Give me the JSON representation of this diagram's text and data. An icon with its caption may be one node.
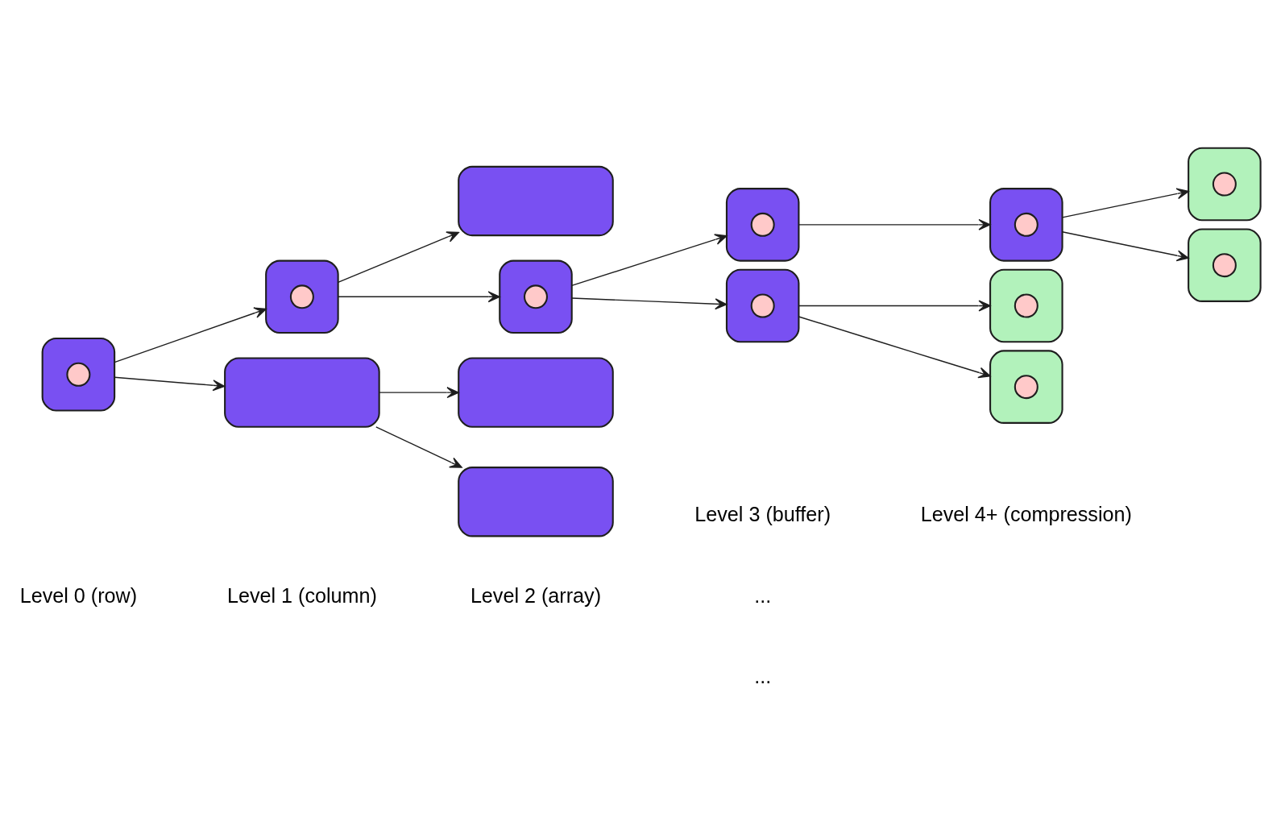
{
  "diagram": {
    "nodes": [
      {
        "text": [],
        "shape": "box"
      },
      {
        "text": [],
        "shape": "circle",
        "in": 0
      },
      {
        "text": [],
        "shape": "box"
      },
      {
        "text": [],
        "shape": "circle",
        "in": 2
      },
      {
        "text": [],
        "shape": "box"
      },
      {
        "text": [],
        "shape": "box"
      },
      {
        "text": [],
        "shape": "box"
      },
      {
        "text": [],
        "shape": "circle",
        "in": 6
      },
      {
        "text": [],
        "shape": "box"
      },
      {
        "text": [],
        "shape": "box"
      },
      {
        "text": [],
        "shape": "box"
      },
      {
        "text": [],
        "shape": "circle",
        "in": 10
      },
      {
        "text": [],
        "shape": "box"
      },
      {
        "text": [],
        "shape": "circle",
        "in": 12
      },
      {
        "text": [],
        "shape": "box"
      },
      {
        "text": [],
        "shape": "circle",
        "in": 14
      },
      {
        "text": [],
        "shape": "box"
      },
      {
        "text": [],
        "shape": "circle",
        "in": 16
      },
      {
        "text": [],
        "shape": "box"
      },
      {
        "text": [],
        "shape": "circle",
        "in": 18
      },
      {
        "text": [],
        "shape": "box"
      },
      {
        "text": [],
        "shape": "circle",
        "in": 20
      },
      {
        "text": [],
        "shape": "box"
      },
      {
        "text": [],
        "shape": "circle",
        "in": 22
      }
    ],
    "edges": [
      {
        "from": 0,
        "to": 2,
        "arrow": "to"
      },
      {
        "from": 0,
        "to": 4,
        "arrow": "to"
      },
      {
        "from": 2,
        "to": 5,
        "arrow": "to"
      },
      {
        "from": 2,
        "to": 6,
        "arrow": "to"
      },
      {
        "from": 4,
        "to": 8,
        "arrow": "to"
      },
      {
        "from": 4,
        "to": 9,
        "arrow": "to"
      },
      {
        "from": 6,
        "to": 10,
        "arrow": "to"
      },
      {
        "from": 6,
        "to": 12,
        "arrow": "to"
      },
      {
        "from": 10,
        "to": 14,
        "arrow": "to"
      },
      {
        "from": 12,
        "to": 16,
        "arrow": "to"
      },
      {
        "from": 12,
        "to": 18,
        "arrow": "to"
      },
      {
        "from": 14,
        "to": 20,
        "arrow": "to"
      },
      {
        "from": 14,
        "to": 22,
        "arrow": "to"
      }
    ],
    "labels": [
      "Level 0 (row)",
      "Level 1 (column)",
      "Level 2 (array)",
      "Level 3 (buffer)",
      "Level 4+ (compression)",
      "...",
      "..."
    ]
  }
}
